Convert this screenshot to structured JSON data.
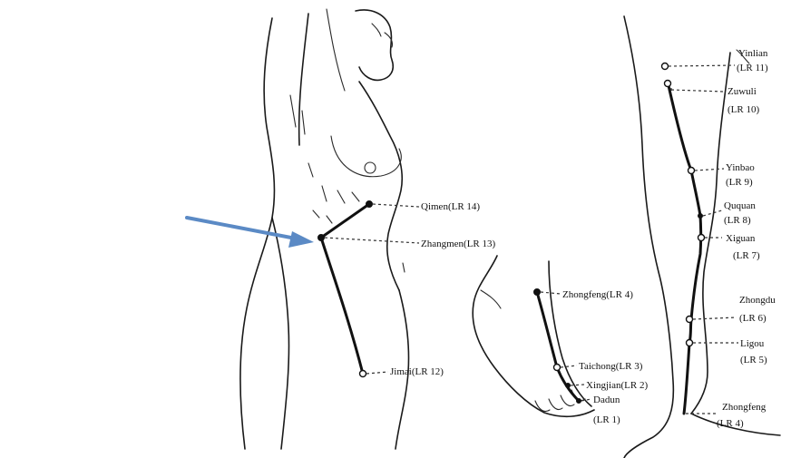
{
  "colors": {
    "arrow": "#5b8ac5",
    "ink": "#111111",
    "background": "#ffffff"
  },
  "points": {
    "qimen": "Qimen(LR 14)",
    "zhangmen": "Zhangmen(LR 13)",
    "jimai": "Jimai(LR 12)",
    "zhongfeng_foot": "Zhongfeng(LR 4)",
    "taichong": "Taichong(LR 3)",
    "xingjian": "Xingjian(LR 2)",
    "dadun_name": "Dadun",
    "dadun_code": "(LR 1)",
    "yinlian_name": "Yinlian",
    "yinlian_code": "(LR 11)",
    "zuwuli_name": "Zuwuli",
    "zuwuli_code": "(LR 10)",
    "yinbao_name": "Yinbao",
    "yinbao_code": "(LR 9)",
    "ququan_name": "Ququan",
    "ququan_code": "(LR 8)",
    "xiguan_name": "Xiguan",
    "xiguan_code": "(LR 7)",
    "zhongdu_name": "Zhongdu",
    "zhongdu_code": "(LR 6)",
    "ligou_name": "Ligou",
    "ligou_code": "(LR 5)",
    "zhongfeng_leg_name": "Zhongfeng",
    "zhongfeng_leg_code": "(LR 4)"
  }
}
